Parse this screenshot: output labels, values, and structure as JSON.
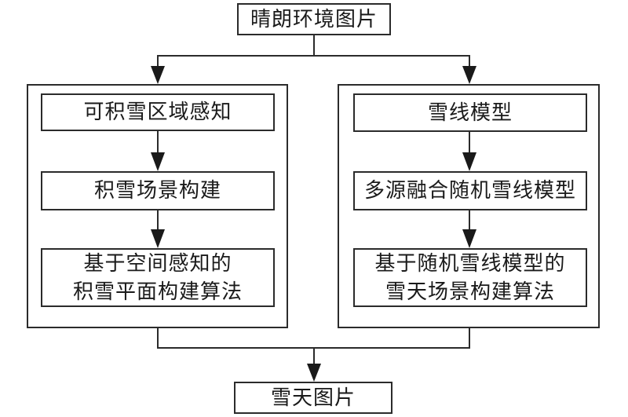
{
  "diagram": {
    "nodes": {
      "input": {
        "label": "晴朗环境图片"
      },
      "left_branch": {
        "step1": {
          "label": "可积雪区域感知"
        },
        "step2": {
          "label": "积雪场景构建"
        },
        "step3": {
          "label": "基于空间感知的\n积雪平面构建算法"
        }
      },
      "right_branch": {
        "step1": {
          "label": "雪线模型"
        },
        "step2": {
          "label": "多源融合随机雪线模型"
        },
        "step3": {
          "label": "基于随机雪线模型的\n雪天场景构建算法"
        }
      },
      "output": {
        "label": "雪天图片"
      }
    },
    "colors": {
      "line": "#2b2b2b",
      "background": "#ffffff",
      "text": "#1a1a1a"
    }
  }
}
